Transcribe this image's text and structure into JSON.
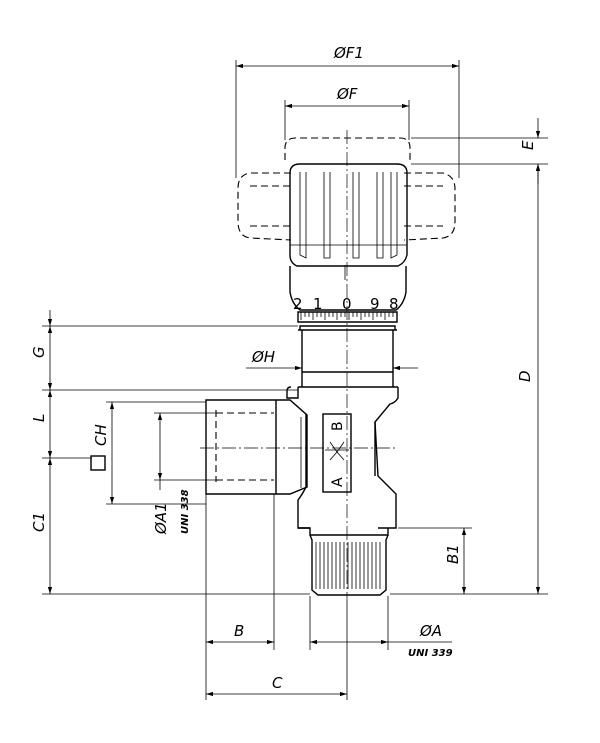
{
  "dimensions": {
    "F1": "ØF1",
    "F": "ØF",
    "E": "E",
    "D": "D",
    "H": "ØH",
    "G": "G",
    "L": "L",
    "CH": "CH",
    "C1": "C1",
    "A1": "ØA1",
    "A1_std": "UNI 338",
    "B1": "B1",
    "B": "B",
    "A": "ØA",
    "A_std": "UNI 339",
    "C": "C"
  },
  "scale_digits": [
    "2",
    "1",
    "0",
    "9",
    "8"
  ],
  "flow": {
    "inlet": "A",
    "outlet": "B"
  }
}
